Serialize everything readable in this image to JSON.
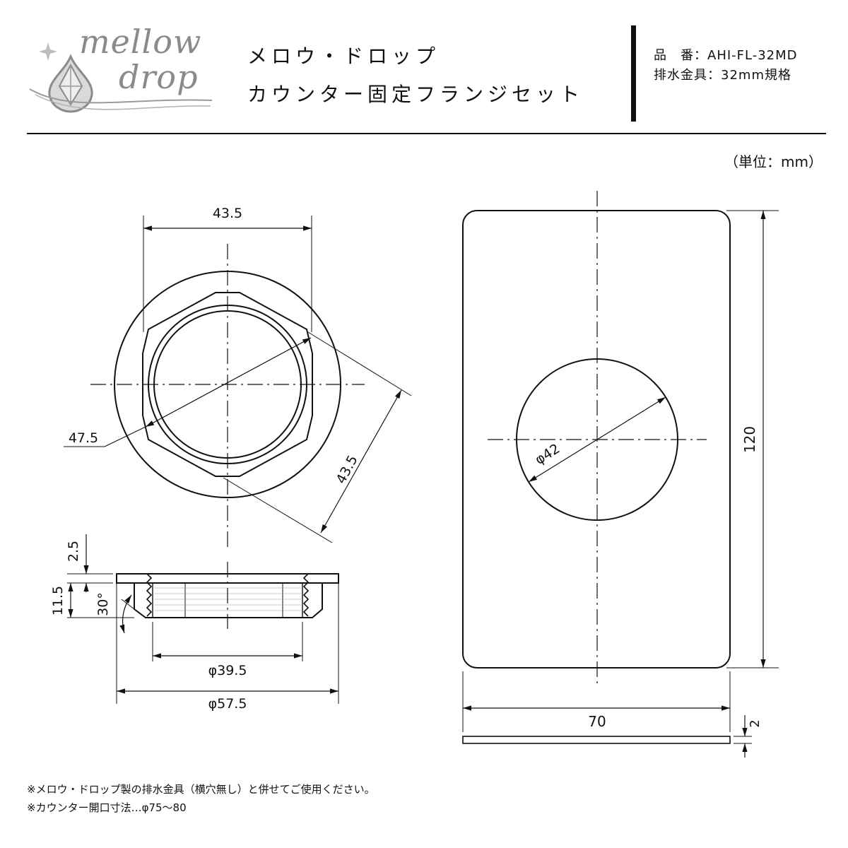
{
  "brand": {
    "line1": "mellow",
    "line2": "drop"
  },
  "header": {
    "title_line1": "メロウ・ドロップ",
    "title_line2": "カウンター固定フランジセット",
    "spec_line1": "品　番：AHI-FL-32MD",
    "spec_line2": "排水金具：32mm規格"
  },
  "unit_label": "（単位：mm）",
  "dimensions": {
    "top_width": "43.5",
    "corner": "47.5",
    "diag": "43.5",
    "height_2_5": "2.5",
    "height_11_5": "11.5",
    "angle": "30°",
    "inner_dia": "φ39.5",
    "outer_dia": "φ57.5",
    "hole_dia": "φ42",
    "plate_height": "120",
    "plate_width": "70",
    "plate_thickness": "2"
  },
  "notes": {
    "line1": "※メロウ・ドロップ製の排水金具（横穴無し）と併せてご使用ください。",
    "line2": "※カウンター開口寸法…φ75～80"
  }
}
